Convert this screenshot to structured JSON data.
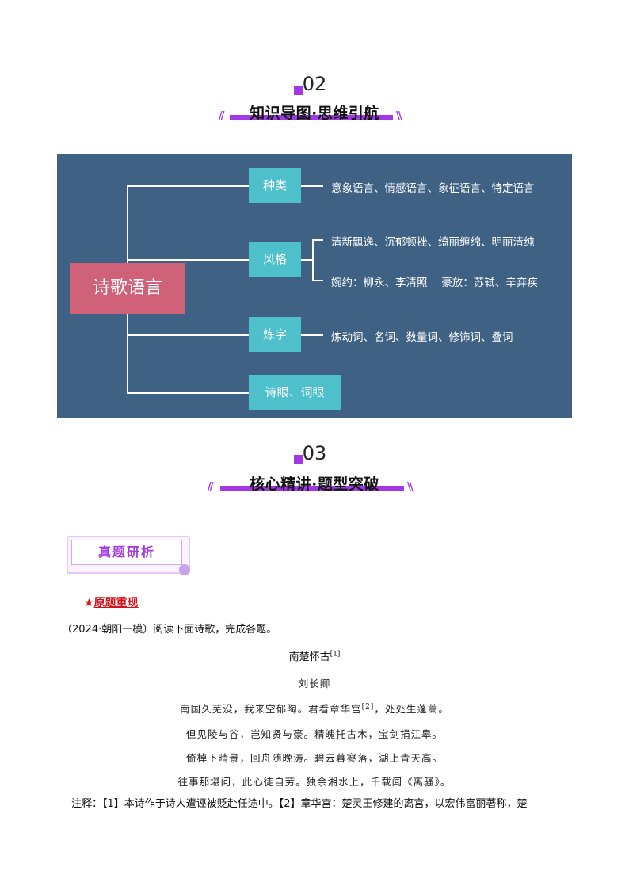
{
  "section2": {
    "num": "02",
    "title": "知识导图·思维引航"
  },
  "mindmap": {
    "root": "诗歌语言",
    "branches": [
      {
        "label": "种类",
        "leaves": [
          "意象语言、情感语言、象征语言、特定语言"
        ]
      },
      {
        "label": "风格",
        "leaves": [
          "清新飘逸、沉郁顿挫、绮丽缠绵、明丽清纯",
          "婉约：柳永、李清照　  豪放：苏轼、辛弃疾"
        ]
      },
      {
        "label": "炼字",
        "leaves": [
          "炼动词、名词、数量词、修饰词、叠词"
        ]
      },
      {
        "label": "诗眼、词眼",
        "leaves": []
      }
    ]
  },
  "section3": {
    "num": "03",
    "title": "核心精讲·题型突破"
  },
  "tag": "真题研析",
  "star": "★",
  "red_head": "原题重现",
  "intro": "（2024·朝阳一模）阅读下面诗歌，完成各题。",
  "poem": {
    "title": "南楚怀古",
    "title_note": "[1]",
    "author": "刘长卿",
    "line1a": "南国久芜没，我来空郁陶。君看章华宫",
    "line1_note": "[2]",
    "line1b": "，处处生蓬蒿。",
    "lines": [
      "但见陵与谷，岂知贤与豪。精魄托古木，宝剑捐江皋。",
      "倚棹下晴景，回舟随晚涛。碧云暮寥落，湖上青天高。",
      "往事那堪问，此心徒自劳。独余湘水上，千载闻《离骚》。"
    ]
  },
  "note": "注释：【1】本诗作于诗人遭诬被贬赴任途中。【2】章华宫：楚灵王修建的离宫，以宏伟富丽著称，楚"
}
